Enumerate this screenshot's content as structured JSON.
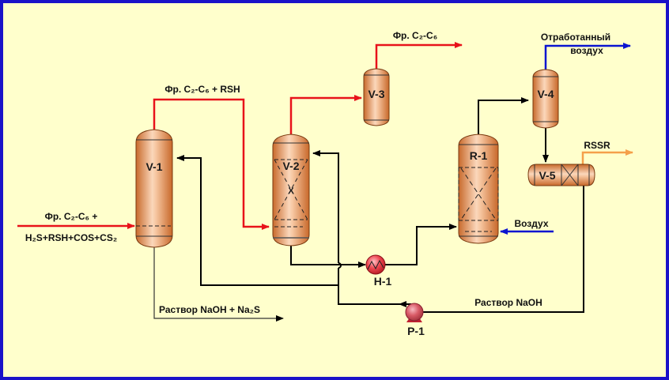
{
  "diagram": {
    "title": "Process flow diagram: mercaptan removal from C2-C6 fraction",
    "colors": {
      "background": "#ffffcc",
      "frame": "#1a12c8",
      "hydrocarbon_stream": "#e8121a",
      "air_stream": "#0a14d0",
      "rssr_stream": "#f5a04a",
      "caustic_stream": "#000000",
      "vessel_fill": "#e0935a",
      "equipment_red": "#e0303a"
    },
    "equipment": {
      "v1": "V-1",
      "v2": "V-2",
      "v3": "V-3",
      "v4": "V-4",
      "v5": "V-5",
      "r1": "R-1",
      "h1": "H-1",
      "p1": "P-1",
      "v2_bed_mark": "X"
    },
    "streams": {
      "feed_line1": "Фр. C₂-C₆ +",
      "feed_line2": "H₂S+RSH+COS+CS₂",
      "v1_overhead": "Фр. C₂-C₆ + RSH",
      "product": "Фр. C₂-C₆",
      "spent_air_line1": "Отработанный",
      "spent_air_line2": "воздух",
      "rssr": "RSSR",
      "air_in": "Воздух",
      "spent_caustic": "Раствор NaOH + Na₂S",
      "caustic_recycle": "Раствор NaOH"
    }
  }
}
